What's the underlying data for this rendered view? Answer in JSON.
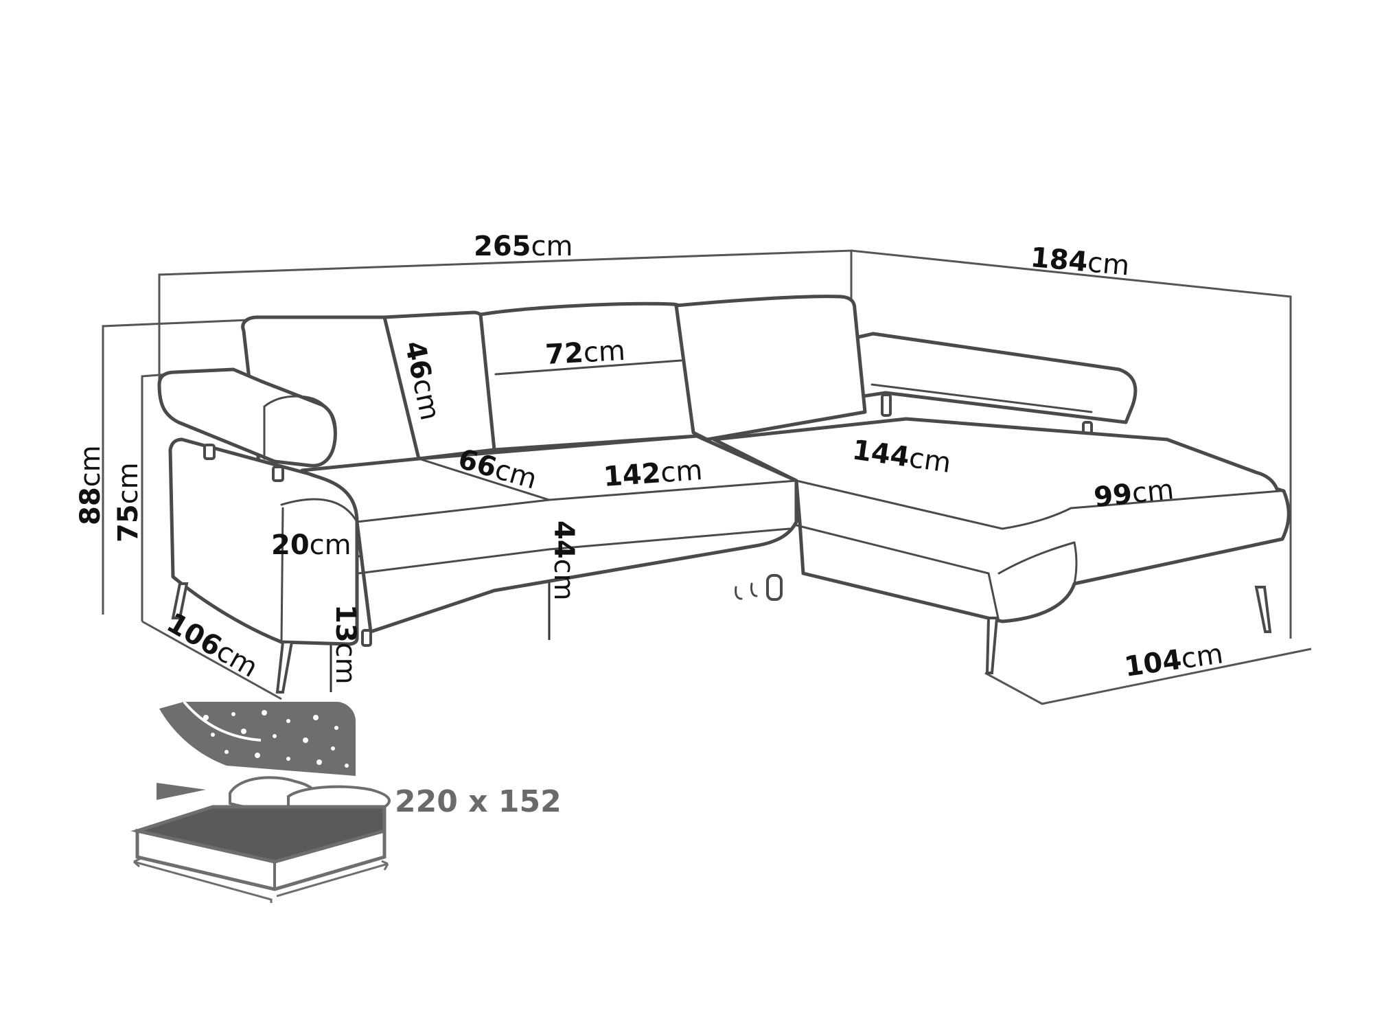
{
  "dimensions": {
    "total_width": {
      "value": "265",
      "unit": "cm"
    },
    "chaise_length": {
      "value": "184",
      "unit": "cm"
    },
    "total_height": {
      "value": "88",
      "unit": "cm"
    },
    "armrest_height": {
      "value": "75",
      "unit": "cm"
    },
    "backrest_height": {
      "value": "46",
      "unit": "cm"
    },
    "backrest_width": {
      "value": "72",
      "unit": "cm"
    },
    "seat_depth": {
      "value": "66",
      "unit": "cm"
    },
    "seat_width": {
      "value": "142",
      "unit": "cm"
    },
    "chaise_seat_length": {
      "value": "144",
      "unit": "cm"
    },
    "chaise_seat_width": {
      "value": "99",
      "unit": "cm"
    },
    "armrest_width": {
      "value": "20",
      "unit": "cm"
    },
    "seat_height": {
      "value": "44",
      "unit": "cm"
    },
    "leg_height": {
      "value": "13",
      "unit": "cm"
    },
    "total_depth": {
      "value": "106",
      "unit": "cm"
    },
    "chaise_depth": {
      "value": "104",
      "unit": "cm"
    }
  },
  "bed": {
    "size_label": "220 x 152"
  },
  "colors": {
    "outline": "#4a4a4a",
    "bed_fill": "#6e6e6e",
    "text": "#111111"
  }
}
